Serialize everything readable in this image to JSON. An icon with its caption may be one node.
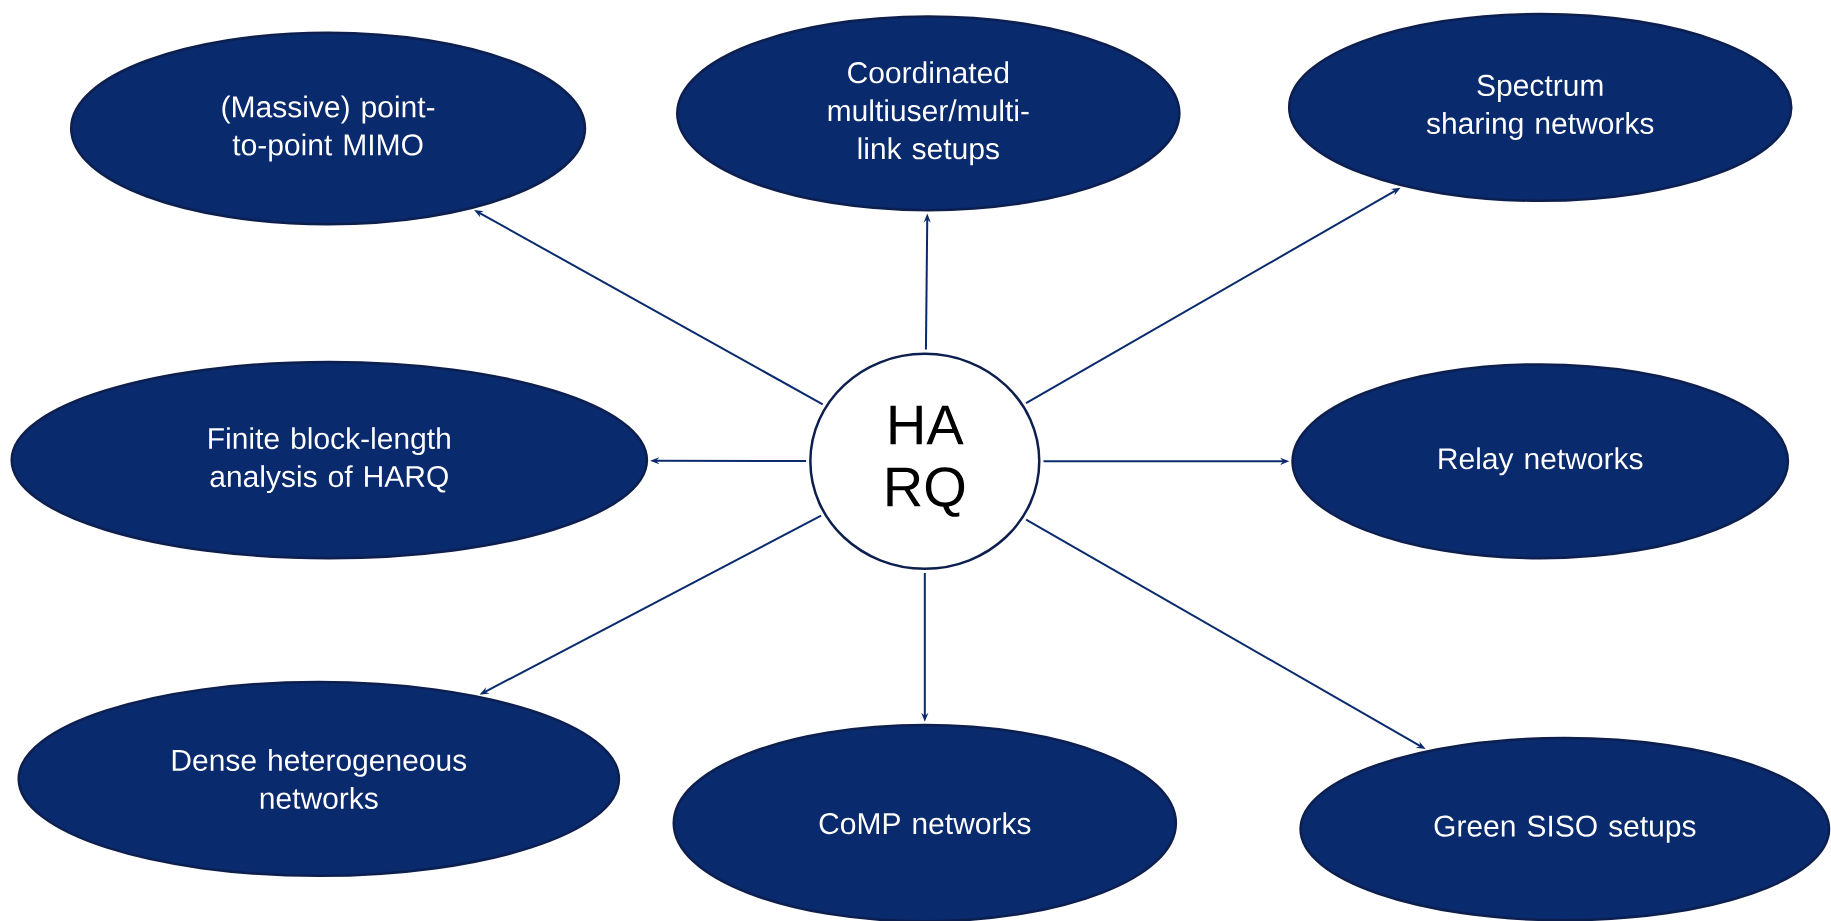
{
  "diagram": {
    "nodes": [
      {
        "text": [
          "(Massive) point-to-point MIMO"
        ]
      },
      {
        "text": [
          "Coordinated multiuser/multi-link setups"
        ]
      },
      {
        "text": [
          "Spectrum sharing networks"
        ]
      },
      {
        "text": [
          "Finite block-length analysis of HARQ"
        ]
      },
      {
        "text": [
          "HA RQ"
        ]
      },
      {
        "text": [
          "Relay networks"
        ]
      },
      {
        "text": [
          "Dense heterogeneous networks"
        ]
      },
      {
        "text": [
          "CoMP networks"
        ]
      },
      {
        "text": [
          "Green SISO setups"
        ]
      }
    ],
    "edges": [
      {
        "from": 4,
        "to": 0,
        "arrow": "to"
      },
      {
        "from": 4,
        "to": 1,
        "arrow": "to"
      },
      {
        "from": 4,
        "to": 2,
        "arrow": "to"
      },
      {
        "from": 4,
        "to": 3,
        "arrow": "to"
      },
      {
        "from": 4,
        "to": 5,
        "arrow": "to"
      },
      {
        "from": 4,
        "to": 6,
        "arrow": "to"
      },
      {
        "from": 4,
        "to": 7,
        "arrow": "to"
      },
      {
        "from": 4,
        "to": 8,
        "arrow": "to"
      }
    ]
  }
}
